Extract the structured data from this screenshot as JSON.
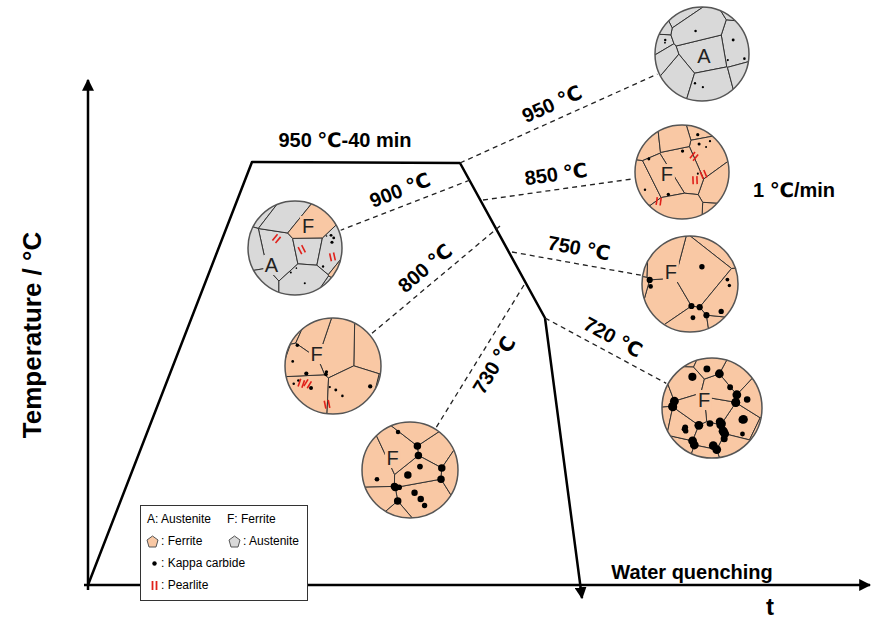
{
  "diagram": {
    "nodes": [
      {
        "text": [
          "A"
        ]
      },
      {
        "text": [
          "F",
          "A"
        ]
      },
      {
        "text": [
          "F"
        ]
      },
      {
        "text": [
          "F"
        ]
      },
      {
        "text": [
          "F"
        ]
      },
      {
        "text": [
          "F"
        ]
      },
      {
        "text": [
          "F"
        ]
      }
    ],
    "labels": [
      "Temperature / °C",
      "t",
      "950 ℃-40 min",
      "950 ℃",
      "900 ℃",
      "850 ℃",
      "800 ℃",
      "750 ℃",
      "730 ℃",
      "720 ℃",
      "1 ℃/min",
      "Water quenching"
    ],
    "legend": [
      {
        "text": "A: Austenite"
      },
      {
        "text": "F: Ferrite"
      },
      {
        "text": ": Ferrite",
        "color": "#f9c8a4"
      },
      {
        "text": ": Austenite",
        "color": "#d9d9d9"
      },
      {
        "text": ": Kappa carbide"
      },
      {
        "text": ": Pearlite"
      }
    ]
  }
}
